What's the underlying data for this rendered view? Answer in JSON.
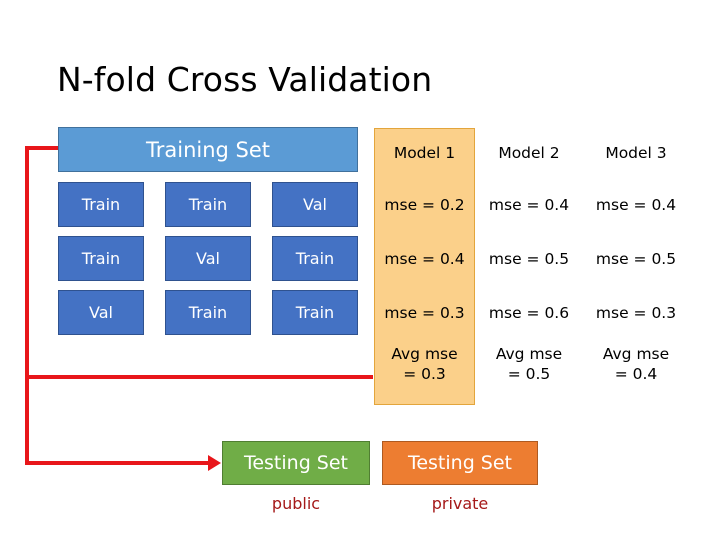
{
  "title": "N-fold Cross Validation",
  "training": {
    "header_label": "Training Set",
    "folds": [
      [
        "Train",
        "Train",
        "Val"
      ],
      [
        "Train",
        "Val",
        "Train"
      ],
      [
        "Val",
        "Train",
        "Train"
      ]
    ]
  },
  "models": {
    "headers": [
      "Model 1",
      "Model 2",
      "Model 3"
    ],
    "rows": [
      [
        "mse = 0.2",
        "mse = 0.4",
        "mse = 0.4"
      ],
      [
        "mse = 0.4",
        "mse = 0.5",
        "mse = 0.5"
      ],
      [
        "mse = 0.3",
        "mse = 0.6",
        "mse = 0.3"
      ]
    ],
    "avg_label": "Avg mse",
    "avg_values": [
      "= 0.3",
      "= 0.5",
      "= 0.4"
    ],
    "highlighted_model": "Model 1"
  },
  "testing": {
    "public": {
      "label": "Testing Set",
      "caption": "public"
    },
    "private": {
      "label": "Testing Set",
      "caption": "private"
    }
  },
  "colors": {
    "training_header_blue": "#5B9BD5",
    "fold_cell_blue": "#4472C4",
    "highlight_orange": "#FBD08A",
    "testing_public_green": "#70AD47",
    "testing_private_orange": "#ED7D31",
    "connector_red": "#E8161A",
    "caption_red": "#A51919"
  }
}
